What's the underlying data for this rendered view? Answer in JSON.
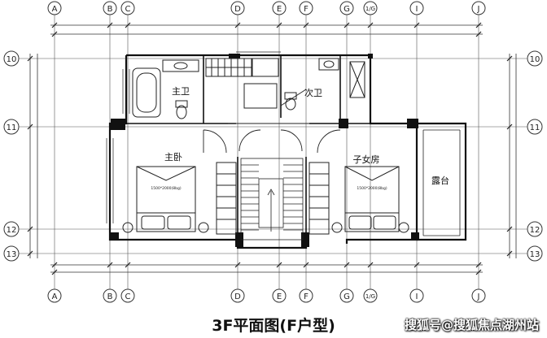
{
  "axes": {
    "columns": [
      "A",
      "B",
      "C",
      "D",
      "E",
      "F",
      "G",
      "1/G",
      "I",
      "J"
    ],
    "rows": [
      "10",
      "11",
      "12",
      "13"
    ]
  },
  "rooms": {
    "master_bath": "主卫",
    "second_bath": "次卫",
    "master_bedroom": "主卧",
    "child_room": "子女房",
    "terrace": "露台"
  },
  "beds": {
    "master_bed": "1500*2000(8bg)",
    "child_bed": "1500*2000(8bg)"
  },
  "caption": "3F平面图(F户型)",
  "watermark": "搜狐号@搜狐焦点湖州站"
}
